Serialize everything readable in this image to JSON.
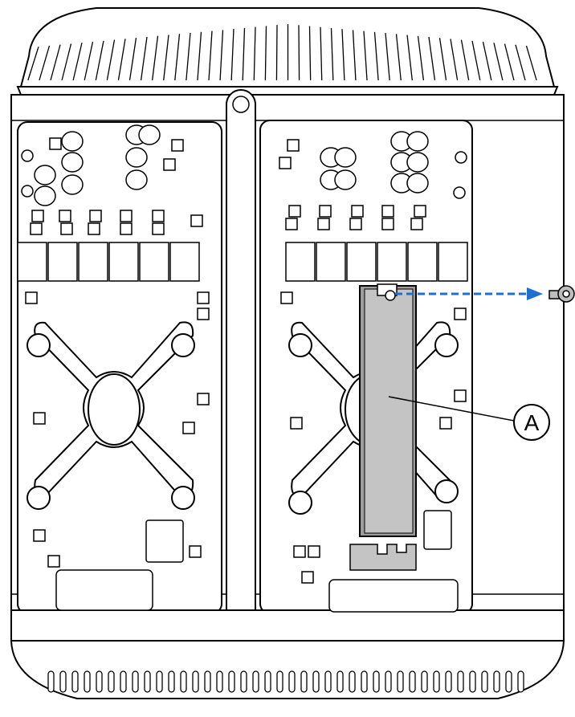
{
  "illustration": {
    "subject": "computer-cylinder-ssd-removal",
    "callouts": [
      {
        "id": "A",
        "label": "A"
      }
    ],
    "colors": {
      "line": "#000000",
      "body": "#ffffff",
      "ssd_fill": "#c4c4c4",
      "ssd_shadow": "#9d9d9d",
      "arrow": "#1f6fd1",
      "screw": "#bdbdbd"
    },
    "icons": [
      "screw-icon",
      "arrow-right-icon"
    ]
  }
}
